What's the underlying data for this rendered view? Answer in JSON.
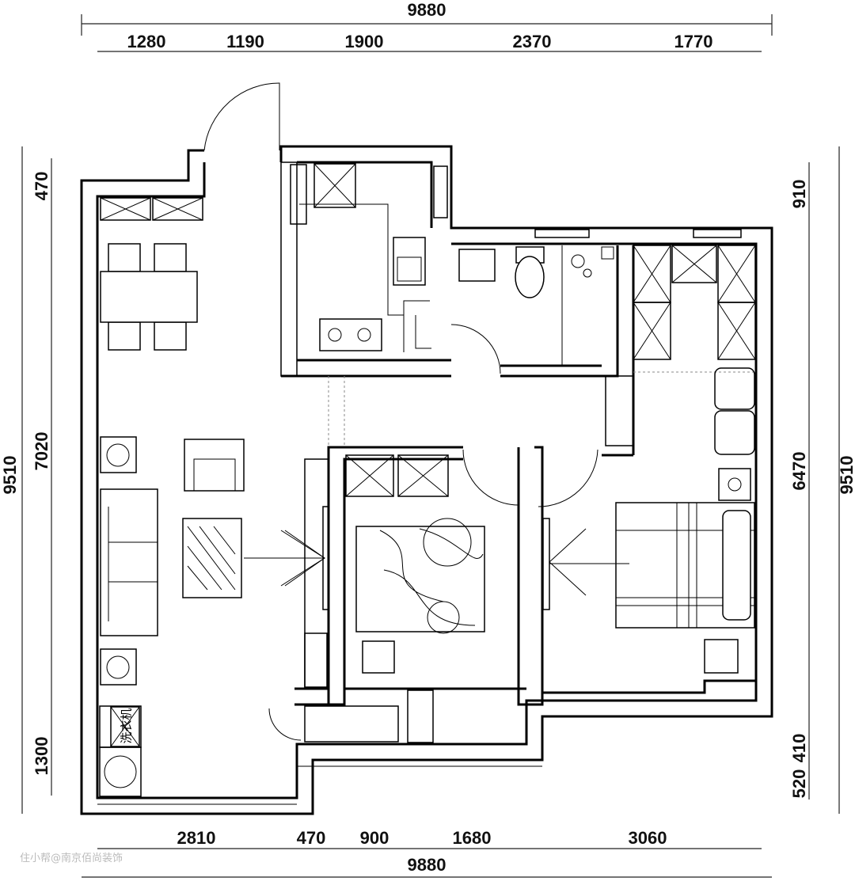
{
  "dimensions": {
    "top_total": "9880",
    "top": [
      "1280",
      "1190",
      "1900",
      "2370",
      "1770"
    ],
    "left_total": "9510",
    "left": [
      "470",
      "7020",
      "1300"
    ],
    "right_total": "9510",
    "right": [
      "910",
      "6470",
      "410",
      "520"
    ],
    "bottom_total": "9880",
    "bottom": [
      "2810",
      "470",
      "900",
      "1680",
      "3060"
    ]
  },
  "labels": {
    "washing_machine": "洗衣机"
  },
  "watermark": "住小帮@南京佰尚装饰"
}
